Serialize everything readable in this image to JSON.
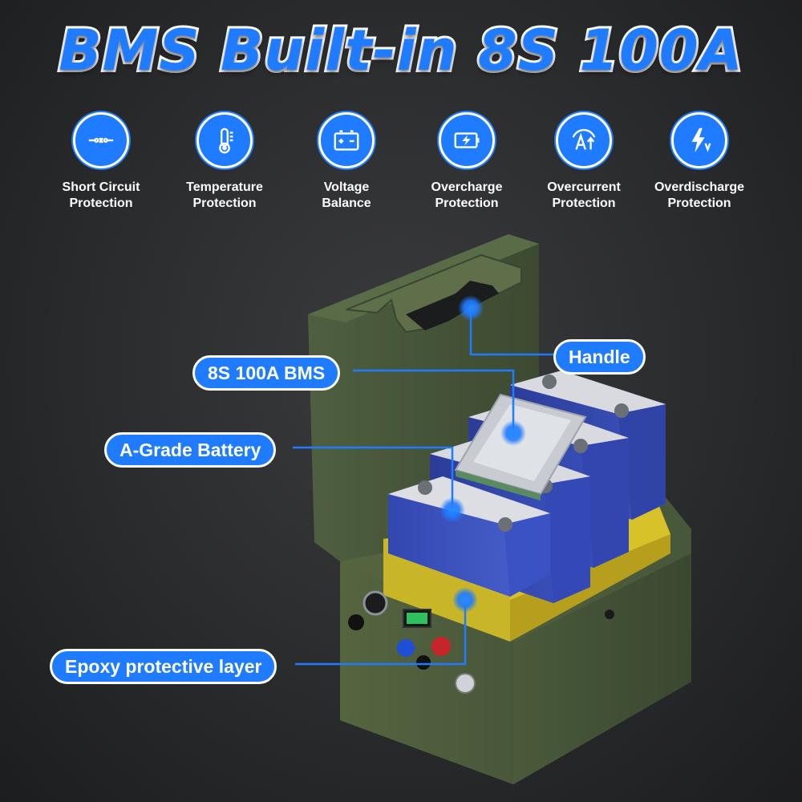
{
  "title": "BMS Built-in 8S 100A",
  "features": [
    {
      "icon": "short-circuit-icon",
      "line1": "Short Circuit",
      "line2": "Protection"
    },
    {
      "icon": "thermometer-icon",
      "line1": "Temperature",
      "line2": "Protection"
    },
    {
      "icon": "battery-icon",
      "line1": "Voltage",
      "line2": "Balance"
    },
    {
      "icon": "charging-battery-icon",
      "line1": "Overcharge",
      "line2": "Protection"
    },
    {
      "icon": "current-arrow-icon",
      "line1": "Overcurrent",
      "line2": "Protection"
    },
    {
      "icon": "lightning-voltage-icon",
      "line1": "Overdischarge",
      "line2": "Protection"
    }
  ],
  "callouts": {
    "handle": "Handle",
    "bms": "8S 100A BMS",
    "battery": "A-Grade Battery",
    "epoxy": "Epoxy protective layer"
  },
  "colors": {
    "accent": "#1f7bff",
    "case": "#4a5a3c",
    "cell": "#3b50b8",
    "epoxy": "#c9b628"
  }
}
